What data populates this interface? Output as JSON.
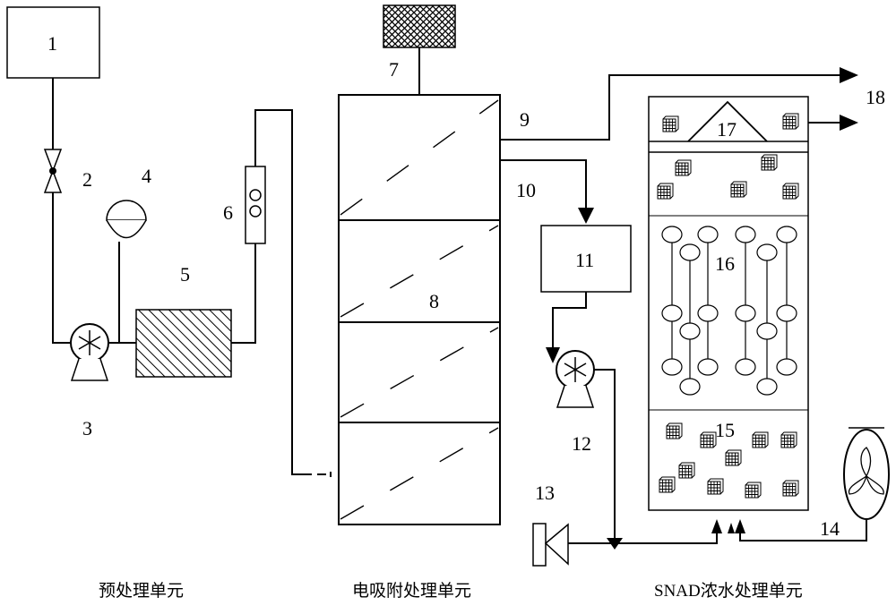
{
  "labels": {
    "n1": "1",
    "n2": "2",
    "n3": "3",
    "n4": "4",
    "n5": "5",
    "n6": "6",
    "n7": "7",
    "n8": "8",
    "n9": "9",
    "n10": "10",
    "n11": "11",
    "n12": "12",
    "n13": "13",
    "n14": "14",
    "n15": "15",
    "n16": "16",
    "n17": "17",
    "n18": "18"
  },
  "captions": {
    "pretreatment": "预处理单元",
    "electrosorption": "电吸附处理单元",
    "snad": "SNAD浓水处理单元"
  }
}
